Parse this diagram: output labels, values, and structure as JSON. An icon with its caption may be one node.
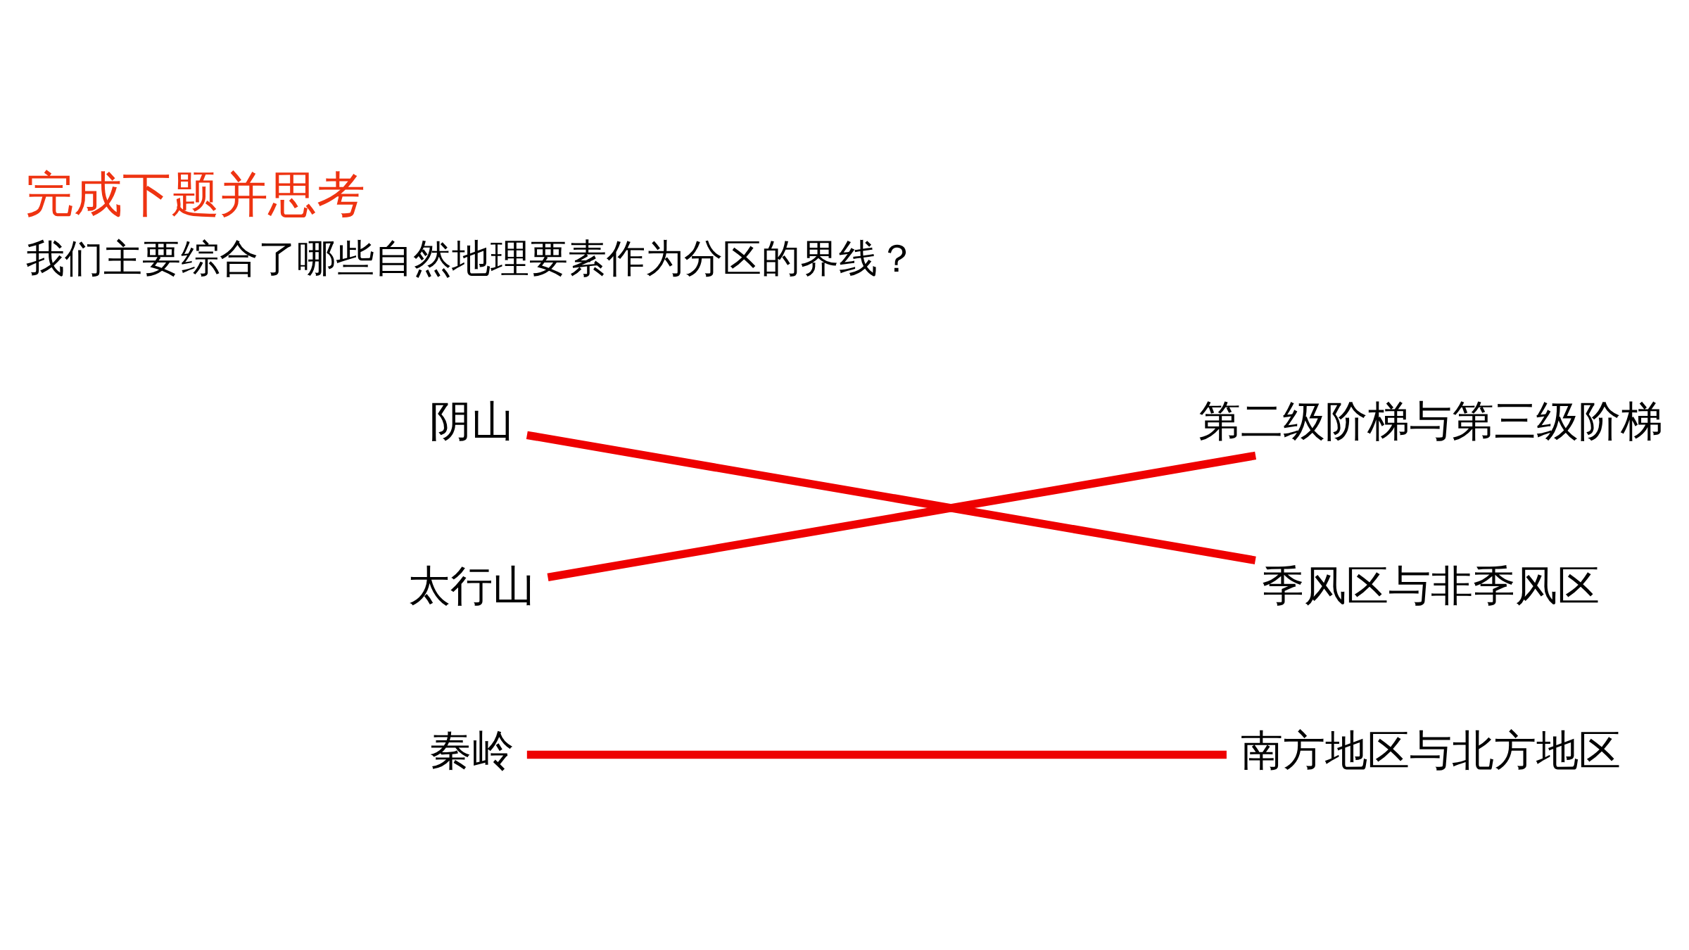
{
  "diagram": {
    "title": "完成下题并思考",
    "nodes": [
      {
        "text": [
          "阴山"
        ]
      },
      {
        "text": [
          "第二级阶梯与第三级阶梯"
        ]
      },
      {
        "text": [
          "太行山"
        ]
      },
      {
        "text": [
          "季风区与非季风区"
        ]
      },
      {
        "text": [
          "秦岭"
        ]
      },
      {
        "text": [
          "南方地区与北方地区"
        ]
      }
    ],
    "edges": [
      {
        "from": 0,
        "to": 3,
        "arrow": "none"
      },
      {
        "from": 2,
        "to": 1,
        "arrow": "none"
      },
      {
        "from": 4,
        "to": 5,
        "arrow": "none"
      }
    ],
    "labels": [
      "我们主要综合了哪些自然地理要素作为分区的界线？"
    ]
  }
}
